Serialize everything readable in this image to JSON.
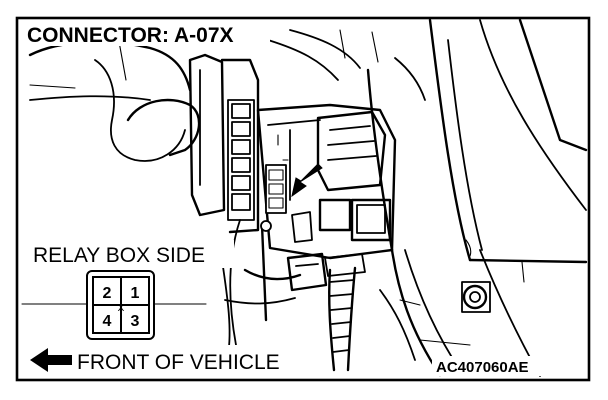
{
  "diagram": {
    "title": "CONNECTOR: A-07X",
    "relay_box_label": "RELAY BOX SIDE",
    "front_label": "FRONT OF VEHICLE",
    "figure_code": "AC407060AE",
    "connector_pins": [
      "2",
      "1",
      "4",
      "3"
    ],
    "connector_mark": "X"
  }
}
